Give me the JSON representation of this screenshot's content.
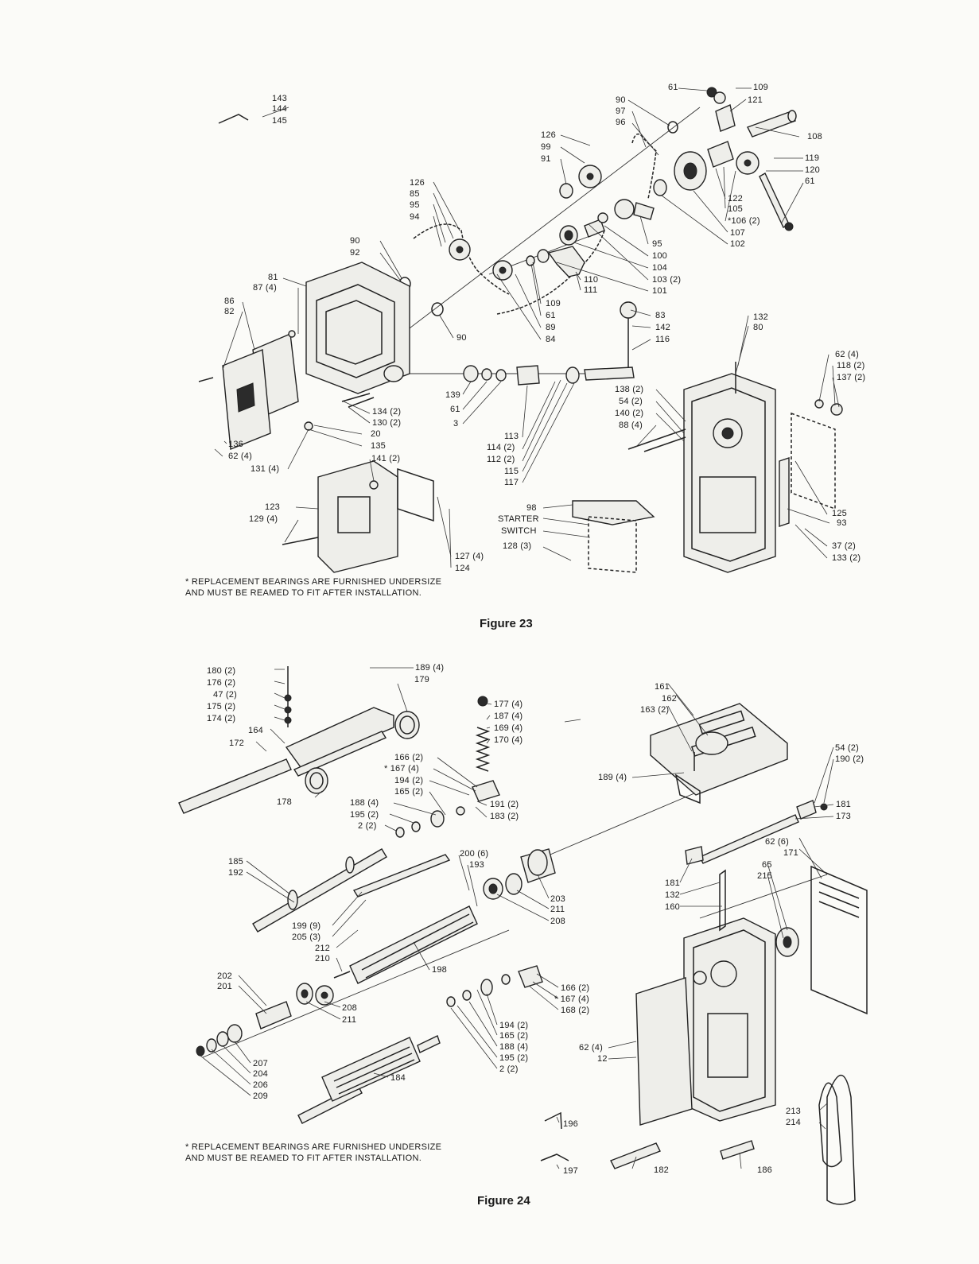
{
  "figure23": {
    "caption": "Figure 23",
    "note": "* REPLACEMENT BEARINGS ARE FURNISHED UNDERSIZE\nAND MUST BE REAMED TO FIT AFTER INSTALLATION.",
    "labels": {
      "l143": "143",
      "l144": "144",
      "l145": "145",
      "l61a": "61",
      "l109a": "109",
      "l121": "121",
      "l108": "108",
      "l90a": "90",
      "l97": "97",
      "l96": "96",
      "l126a": "126",
      "l99": "99",
      "l91": "91",
      "l119": "119",
      "l120": "120",
      "l61b": "61",
      "l122": "122",
      "l105": "105",
      "l106": "*106 (2)",
      "l107": "107",
      "l102": "102",
      "l126b": "126",
      "l85": "85",
      "l95a": "95",
      "l94": "94",
      "l95b": "95",
      "l100": "100",
      "l104": "104",
      "l103": "103 (2)",
      "l101": "101",
      "l90b": "90",
      "l92": "92",
      "l81": "81",
      "l87": "87 (4)",
      "l86": "86",
      "l82": "82",
      "l110": "110",
      "l111": "111",
      "l109b": "109",
      "l61c": "61",
      "l89": "89",
      "l84": "84",
      "l90c": "90",
      "l83": "83",
      "l142": "142",
      "l116": "116",
      "l132a": "132",
      "l80": "80",
      "l62a": "62 (4)",
      "l118": "118 (2)",
      "l137": "137 (2)",
      "l139": "139",
      "l61d": "61",
      "l3": "3",
      "l134": "134 (2)",
      "l130": "130 (2)",
      "l20": "20",
      "l135": "135",
      "l136": "136",
      "l62b": "62 (4)",
      "l131": "131 (4)",
      "l113": "113",
      "l114": "114 (2)",
      "l112": "112 (2)",
      "l115": "115",
      "l117": "117",
      "l138": "138 (2)",
      "l54a": "54 (2)",
      "l140": "140 (2)",
      "l88": "88 (4)",
      "l141": "141 (2)",
      "l123": "123",
      "l129": "129 (4)",
      "l98": "98",
      "lstarter": "STARTER",
      "lswitch": "SWITCH",
      "l128": "128 (3)",
      "l125": "125",
      "l93": "93",
      "l127": "127 (4)",
      "l124": "124",
      "l37": "37 (2)",
      "l133": "133 (2)"
    }
  },
  "figure24": {
    "caption": "Figure 24",
    "note": "* REPLACEMENT BEARINGS ARE FURNISHED UNDERSIZE\nAND MUST BE REAMED TO FIT AFTER INSTALLATION.",
    "labels": {
      "m180": "180 (2)",
      "m176": "176 (2)",
      "m47": "47 (2)",
      "m175": "175 (2)",
      "m174": "174 (2)",
      "m164": "164",
      "m172": "172",
      "m178": "178",
      "m189a": "189 (4)",
      "m179": "179",
      "m177": "177 (4)",
      "m187": "187 (4)",
      "m169": "169 (4)",
      "m170": "170 (4)",
      "m166a": "166 (2)",
      "m167a": "* 167 (4)",
      "m194a": "194 (2)",
      "m165a": "165 (2)",
      "m188a": "188 (4)",
      "m195a": "195 (2)",
      "m2a": "2 (2)",
      "m191": "191 (2)",
      "m183": "183 (2)",
      "m161": "161",
      "m162": "162",
      "m163": "163 (2)",
      "m54": "54 (2)",
      "m190": "190 (2)",
      "m189b": "189 (4)",
      "m181a": "181",
      "m173": "173",
      "m62a": "62 (6)",
      "m171": "171",
      "m65": "65",
      "m215": "215",
      "m185": "185",
      "m192": "192",
      "m200": "200 (6)",
      "m193": "193",
      "m199": "199 (9)",
      "m205": "205 (3)",
      "m212": "212",
      "m210": "210",
      "m203": "203",
      "m211a": "211",
      "m208a": "208",
      "m181b": "181",
      "m132": "132",
      "m160": "160",
      "m198": "198",
      "m202": "202",
      "m201": "201",
      "m208b": "208",
      "m211b": "211",
      "m207": "207",
      "m204": "204",
      "m206": "206",
      "m209": "209",
      "m184": "184",
      "m166b": "166 (2)",
      "m167b": "* 167 (4)",
      "m168": "168 (2)",
      "m194b": "194 (2)",
      "m165b": "165 (2)",
      "m188b": "188 (4)",
      "m195b": "195 (2)",
      "m2b": "2 (2)",
      "m62b": "62 (4)",
      "m12": "12",
      "m213": "213",
      "m214": "214",
      "m196": "196",
      "m197": "197",
      "m182": "182",
      "m186": "186"
    }
  }
}
